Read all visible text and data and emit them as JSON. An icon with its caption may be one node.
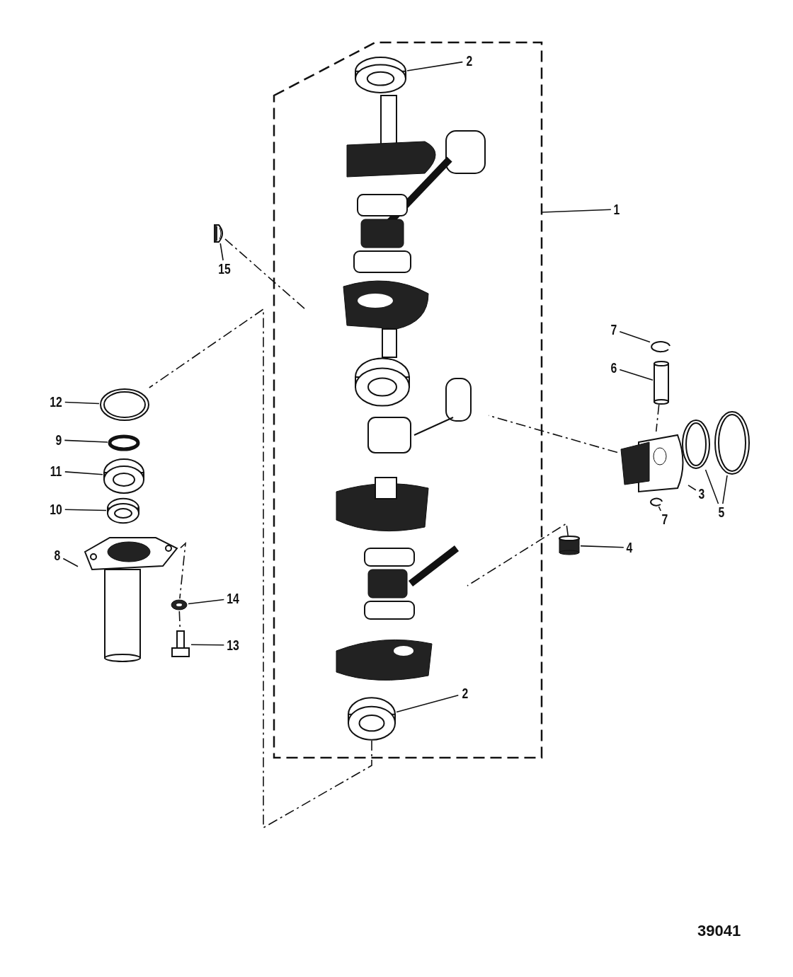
{
  "diagram": {
    "nodes": [
      {
        "text": [],
        "shape": "box"
      },
      {
        "text": [],
        "shape": "picture",
        "in": 0
      },
      {
        "text": [],
        "shape": "picture",
        "in": 0
      },
      {
        "text": [],
        "shape": "picture",
        "in": 0
      },
      {
        "text": [
          "2"
        ],
        "in": 0
      },
      {
        "text": [
          "1"
        ]
      },
      {
        "text": [
          "15"
        ]
      },
      {
        "text": [],
        "shape": "picture"
      },
      {
        "text": [
          "7"
        ]
      },
      {
        "text": [],
        "shape": "picture"
      },
      {
        "text": [
          "6"
        ]
      },
      {
        "text": [],
        "shape": "cylinder"
      },
      {
        "text": [
          "5"
        ]
      },
      {
        "text": [],
        "shape": "picture"
      },
      {
        "text": [],
        "shape": "picture"
      },
      {
        "text": [
          "3"
        ]
      },
      {
        "text": [],
        "shape": "picture"
      },
      {
        "text": [
          "7"
        ]
      },
      {
        "text": [],
        "shape": "picture"
      },
      {
        "text": [
          "4"
        ]
      },
      {
        "text": [],
        "shape": "cylinder"
      },
      {
        "text": [
          "2"
        ],
        "in": 0
      },
      {
        "text": [
          "12"
        ]
      },
      {
        "text": [],
        "shape": "picture"
      },
      {
        "text": [
          "9"
        ]
      },
      {
        "text": [],
        "shape": "circle"
      },
      {
        "text": [
          "11"
        ]
      },
      {
        "text": [],
        "shape": "picture"
      },
      {
        "text": [
          "10"
        ]
      },
      {
        "text": [],
        "shape": "picture"
      },
      {
        "text": [
          "8"
        ]
      },
      {
        "text": [],
        "shape": "picture"
      },
      {
        "text": [
          "14"
        ]
      },
      {
        "text": [],
        "shape": "picture"
      },
      {
        "text": [
          "13"
        ]
      },
      {
        "text": [],
        "shape": "picture"
      }
    ],
    "edges": [
      {
        "from": 4,
        "to": 2,
        "arrow": "none"
      },
      {
        "from": 5,
        "to": 0,
        "arrow": "none"
      },
      {
        "from": 6,
        "to": 7,
        "arrow": "none"
      },
      {
        "from": 8,
        "to": 9,
        "arrow": "none"
      },
      {
        "from": 10,
        "to": 11,
        "arrow": "none"
      },
      {
        "from": 12,
        "to": 13,
        "arrow": "none"
      },
      {
        "from": 12,
        "to": 14,
        "arrow": "none"
      },
      {
        "from": 15,
        "to": 16,
        "arrow": "none"
      },
      {
        "from": 17,
        "to": 18,
        "arrow": "none"
      },
      {
        "from": 19,
        "to": 20,
        "arrow": "none"
      },
      {
        "from": 21,
        "to": 3,
        "arrow": "none"
      },
      {
        "from": 22,
        "to": 23,
        "arrow": "none"
      },
      {
        "from": 24,
        "to": 25,
        "arrow": "none"
      },
      {
        "from": 26,
        "to": 27,
        "arrow": "none"
      },
      {
        "from": 28,
        "to": 29,
        "arrow": "none"
      },
      {
        "from": 30,
        "to": 31,
        "arrow": "none"
      },
      {
        "from": 32,
        "to": 33,
        "arrow": "none"
      },
      {
        "from": 34,
        "to": 35,
        "arrow": "none"
      },
      {
        "from": 7,
        "to": 1,
        "arrow": "none",
        "style": "dashed"
      },
      {
        "from": 16,
        "to": 1,
        "arrow": "none",
        "style": "dashed"
      },
      {
        "from": 20,
        "to": 1,
        "arrow": "none",
        "style": "dashed"
      },
      {
        "from": 3,
        "to": 23,
        "arrow": "none",
        "style": "dashed"
      },
      {
        "from": 31,
        "to": 33,
        "arrow": "none",
        "style": "dashed"
      },
      {
        "from": 33,
        "to": 35,
        "arrow": "none",
        "style": "dashed"
      },
      {
        "from": 11,
        "to": 16,
        "arrow": "none",
        "style": "dashed"
      }
    ],
    "labels": [
      "39041"
    ]
  }
}
